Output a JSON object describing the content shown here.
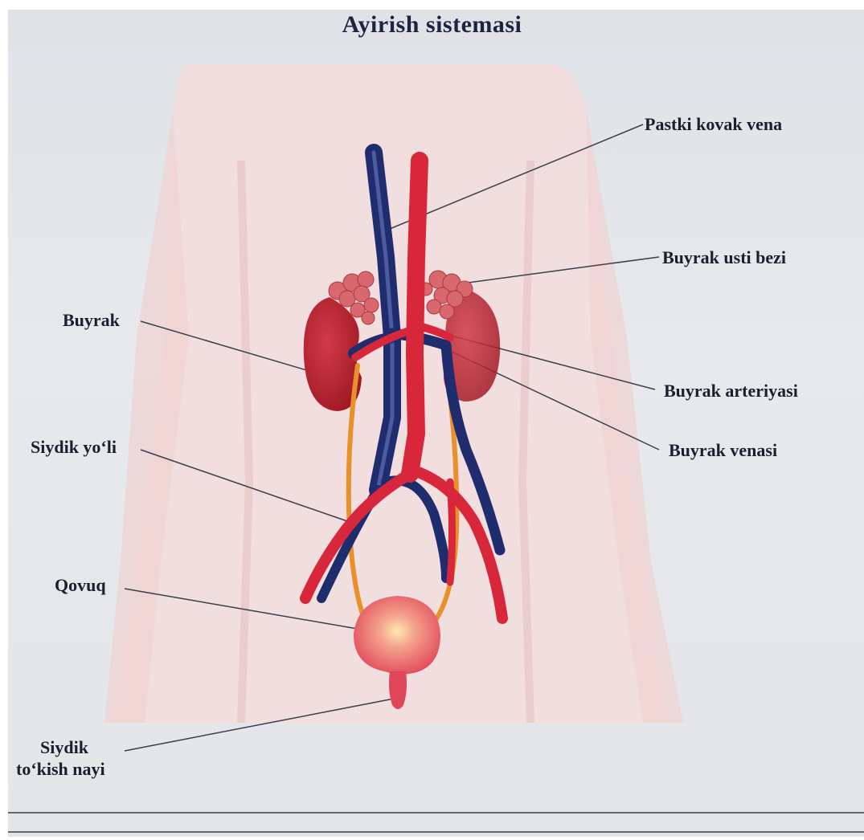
{
  "title": "Ayirish sistemasi",
  "labels": {
    "inferior_vena_cava": "Pastki kovak vena",
    "adrenal_gland": "Buyrak usti bezi",
    "kidney": "Buyrak",
    "renal_artery": "Buyrak arteriyasi",
    "renal_vein": "Buyrak venasi",
    "ureter": "Siydik yo‘li",
    "bladder": "Qovuq",
    "urethra_line1": "Siydik",
    "urethra_line2": "to‘kish nayi"
  },
  "colors": {
    "artery": "#d8263a",
    "vein": "#1f2c6e",
    "kidney": "#b8202c",
    "adrenal": "#d9676e",
    "ureter": "#e8902a",
    "bladder": "#e0465a",
    "body_silhouette": "#f2d6d6",
    "background": "#e4e6e9"
  }
}
